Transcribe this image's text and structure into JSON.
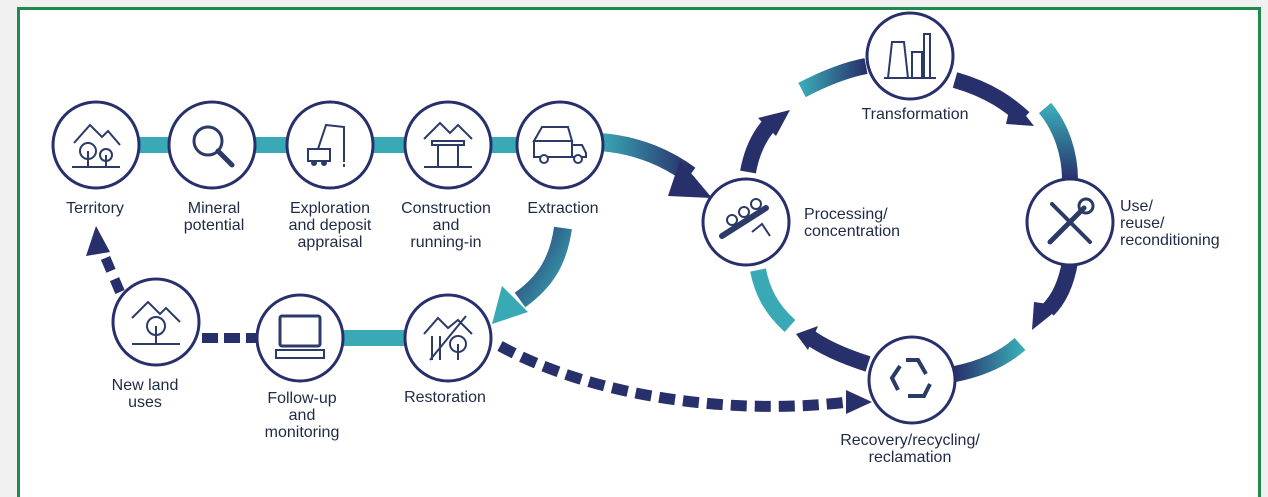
{
  "colors": {
    "teal": "#3aa9b6",
    "navy": "#28306b",
    "frame": "#1f8a4c",
    "icon": "#2b3a67",
    "text": "#1f2a44"
  },
  "stages": {
    "territory": {
      "label": "Territory",
      "icon": "trees-mountain-icon"
    },
    "mineral_potential": {
      "label": "Mineral\npotential",
      "icon": "magnifier-icon"
    },
    "exploration": {
      "label": "Exploration\nand deposit\nappraisal",
      "icon": "drill-rig-icon"
    },
    "construction": {
      "label": "Construction\nand\nrunning-in",
      "icon": "mine-portal-icon"
    },
    "extraction": {
      "label": "Extraction",
      "icon": "haul-truck-icon"
    },
    "processing": {
      "label": "Processing/\nconcentration",
      "icon": "conveyor-icon"
    },
    "transformation": {
      "label": "Transformation",
      "icon": "factory-icon"
    },
    "use": {
      "label": "Use/\nreuse/\nreconditioning",
      "icon": "wrench-screwdriver-icon"
    },
    "recovery": {
      "label": "Recovery/recycling/\nreclamation",
      "icon": "recycle-icon"
    },
    "restoration": {
      "label": "Restoration",
      "icon": "restored-site-icon"
    },
    "follow_up": {
      "label": "Follow-up\nand\nmonitoring",
      "icon": "computer-monitor-icon"
    },
    "new_land_uses": {
      "label": "New land\nuses",
      "icon": "tree-mountain-icon"
    }
  }
}
